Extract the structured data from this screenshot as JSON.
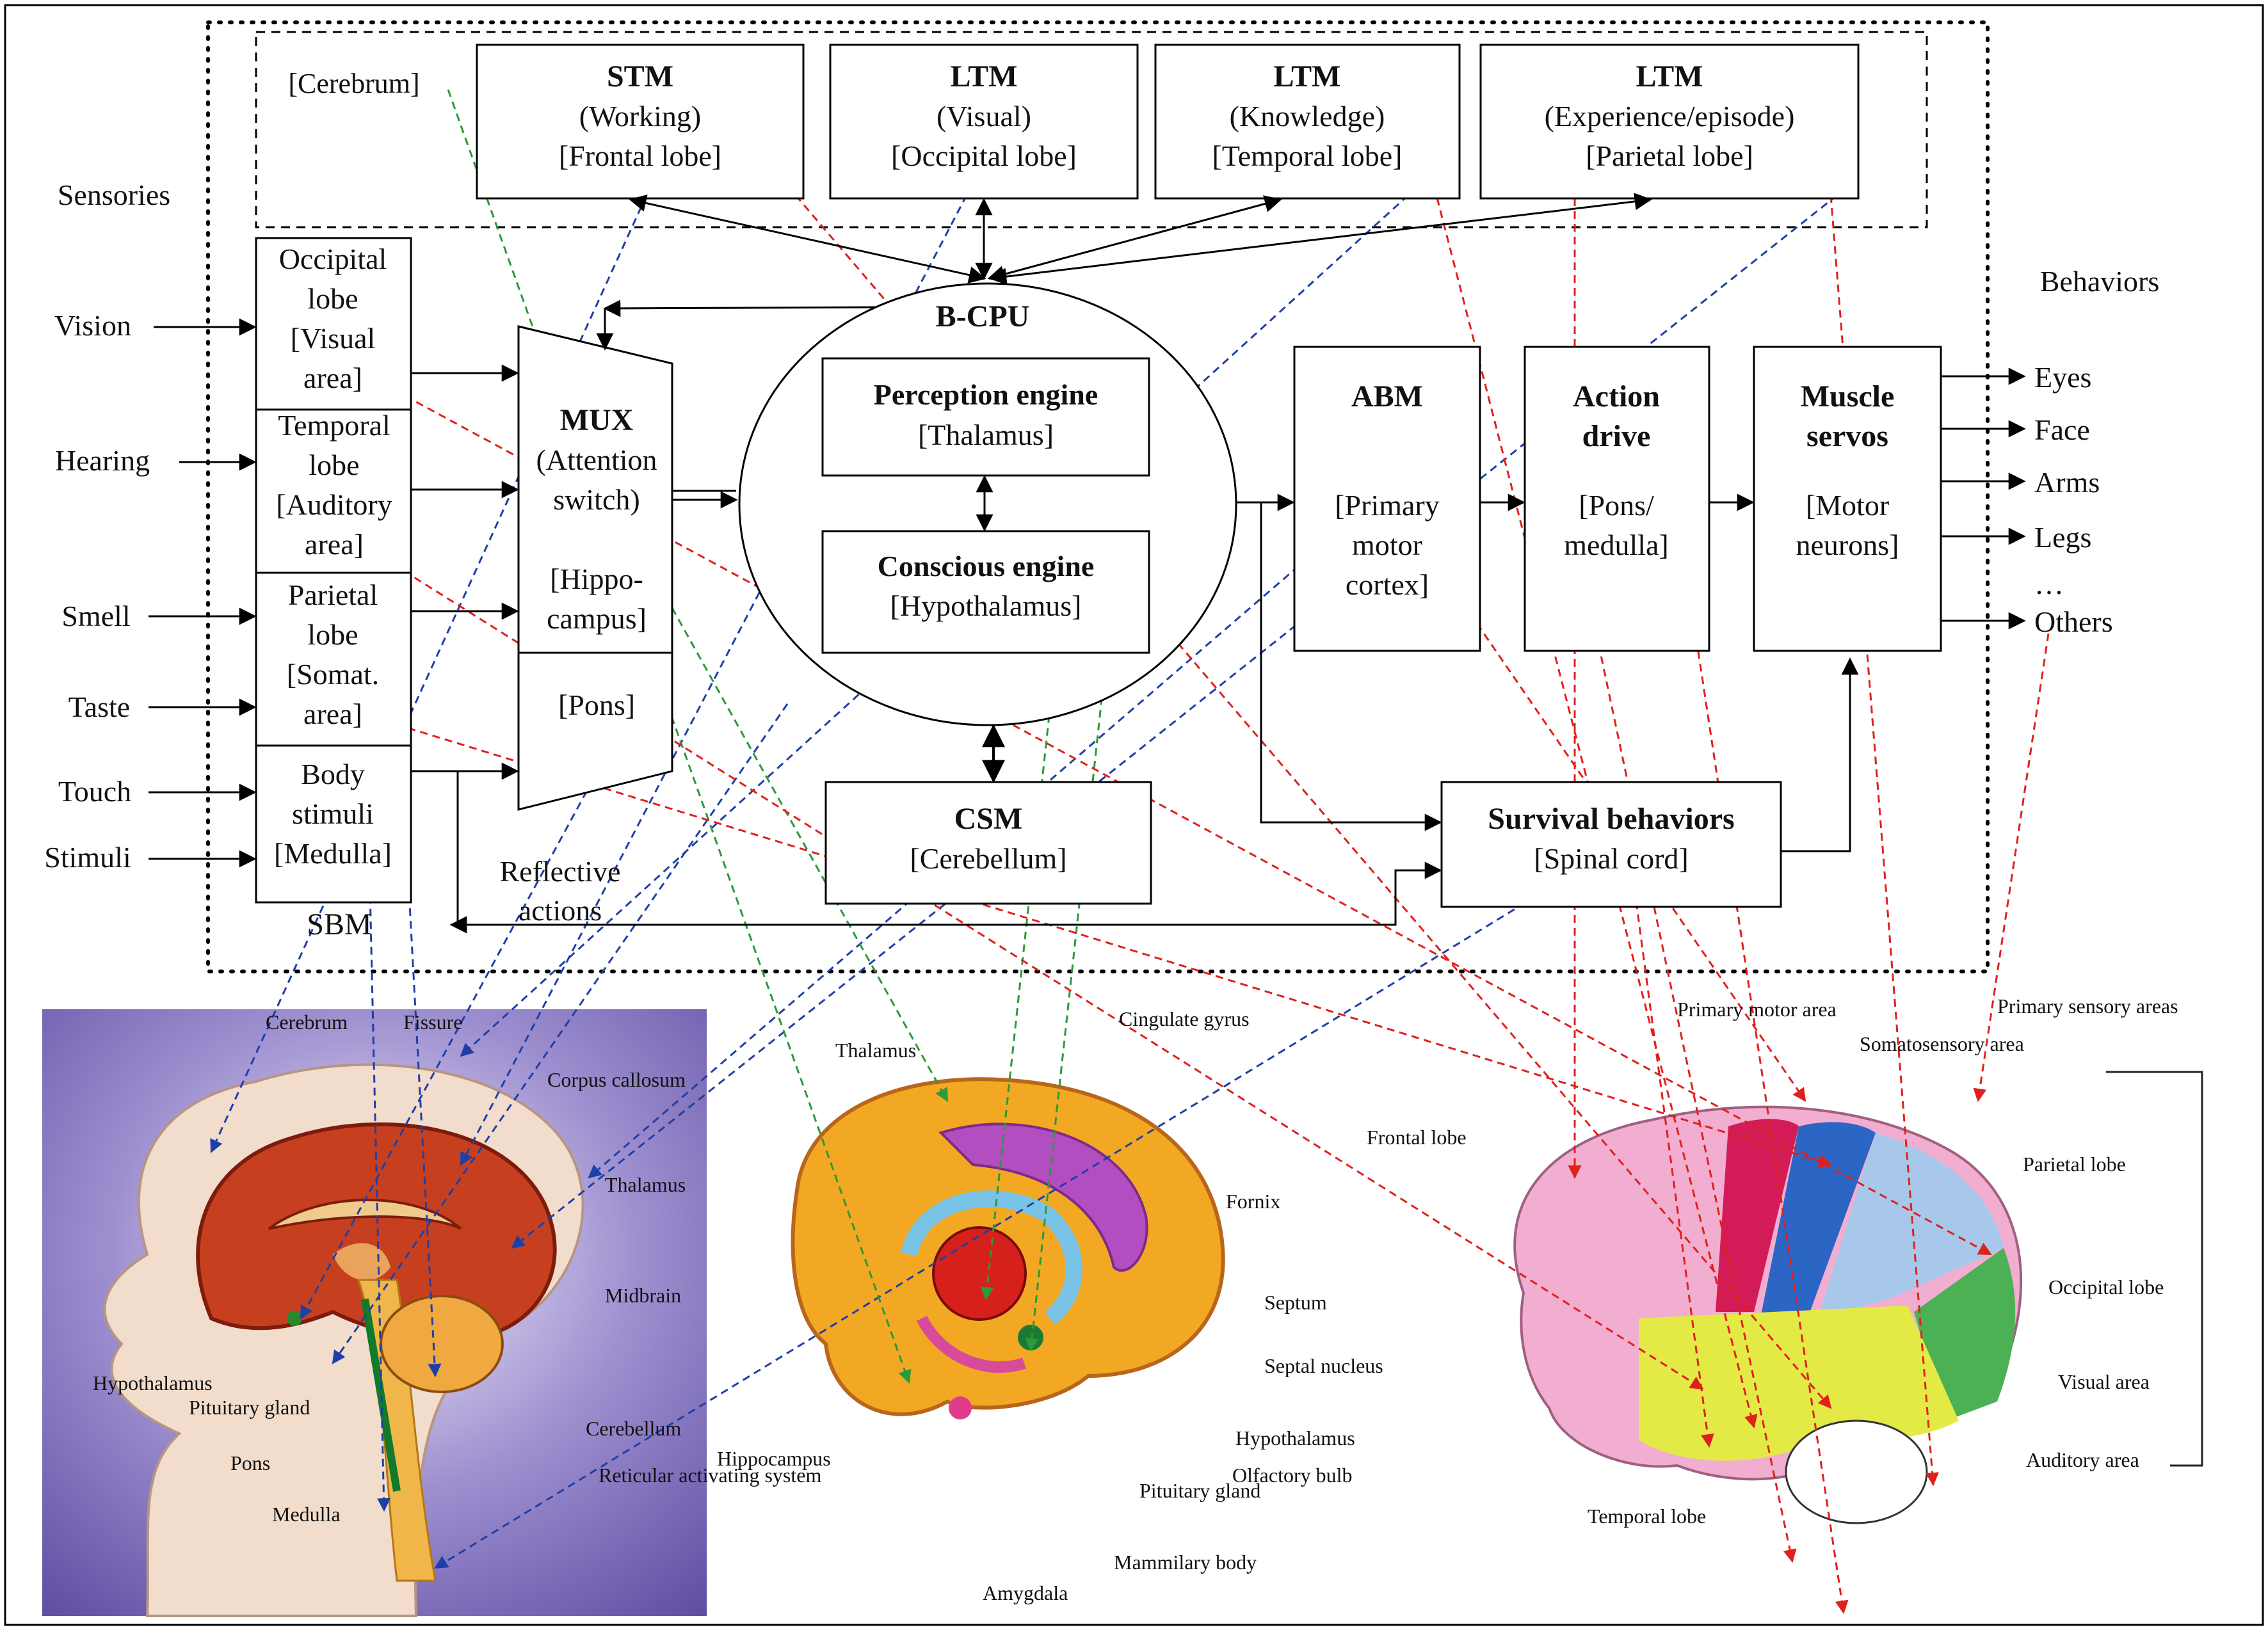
{
  "diagram": {
    "sensories_label": "Sensories",
    "behaviors_label": "Behaviors",
    "cerebrum_label": "[Cerebrum]",
    "sbm_label": "SBM",
    "reflective_label": [
      "Reflective",
      "actions"
    ],
    "memory_boxes": [
      {
        "title": "STM",
        "lines": [
          "(Working)",
          "[Frontal lobe]"
        ]
      },
      {
        "title": "LTM",
        "lines": [
          "(Visual)",
          "[Occipital lobe]"
        ]
      },
      {
        "title": "LTM",
        "lines": [
          "(Knowledge)",
          "[Temporal lobe]"
        ]
      },
      {
        "title": "LTM",
        "lines": [
          "(Experience/episode)",
          "[Parietal lobe]"
        ]
      }
    ],
    "inputs": [
      "Vision",
      "Hearing",
      "Smell",
      "Taste",
      "Touch",
      "Stimuli"
    ],
    "sensory_blocks": [
      [
        "Occipital",
        "lobe",
        "[Visual",
        "area]"
      ],
      [
        "Temporal",
        "lobe",
        "[Auditory",
        "area]"
      ],
      [
        "Parietal",
        "lobe",
        "[Somat.",
        "area]"
      ],
      [
        "Body",
        "stimuli",
        "[Medulla]"
      ]
    ],
    "mux": {
      "title": "MUX",
      "lines": [
        "(Attention",
        "switch)"
      ],
      "hippo": [
        "[Hippo-",
        "campus]"
      ],
      "pons": "[Pons]"
    },
    "bcpu": {
      "title": "B-CPU",
      "perception": {
        "title": "Perception engine",
        "sub": "[Thalamus]"
      },
      "conscious": {
        "title": "Conscious engine",
        "sub": "[Hypothalamus]"
      }
    },
    "csm": {
      "title": "CSM",
      "sub": "[Cerebellum]"
    },
    "abm": {
      "title": "ABM",
      "lines": [
        "[Primary",
        "motor",
        "cortex]"
      ]
    },
    "action_drive": {
      "title": [
        "Action",
        "drive"
      ],
      "lines": [
        "[Pons/",
        "medulla]"
      ]
    },
    "muscle": {
      "title": [
        "Muscle",
        "servos"
      ],
      "lines": [
        "[Motor",
        "neurons]"
      ]
    },
    "survival": {
      "title": "Survival behaviors",
      "sub": "[Spinal cord]"
    },
    "outputs": [
      "Eyes",
      "Face",
      "Arms",
      "Legs",
      "…",
      "Others"
    ]
  },
  "brain_left": {
    "labels": [
      "Cerebrum",
      "Fissure",
      "Corpus callosum",
      "Thalamus",
      "Midbrain",
      "Hypothalamus",
      "Pituitary gland",
      "Pons",
      "Cerebellum",
      "Medulla",
      "Reticular activating system"
    ]
  },
  "brain_middle": {
    "labels": [
      "Thalamus",
      "Cingulate gyrus",
      "Fornix",
      "Septum",
      "Septal nucleus",
      "Hypothalamus",
      "Olfactory bulb",
      "Pituitary gland",
      "Mammilary body",
      "Amygdala",
      "Hippocampus"
    ]
  },
  "brain_right": {
    "labels": [
      "Primary motor area",
      "Primary sensory areas",
      "Somatosensory area",
      "Frontal lobe",
      "Parietal lobe",
      "Occipital lobe",
      "Visual area",
      "Auditory area",
      "Temporal lobe"
    ]
  },
  "colors": {
    "blue_link": "#1f3fa8",
    "green_link": "#2a9a3a",
    "red_link": "#e0201c"
  }
}
